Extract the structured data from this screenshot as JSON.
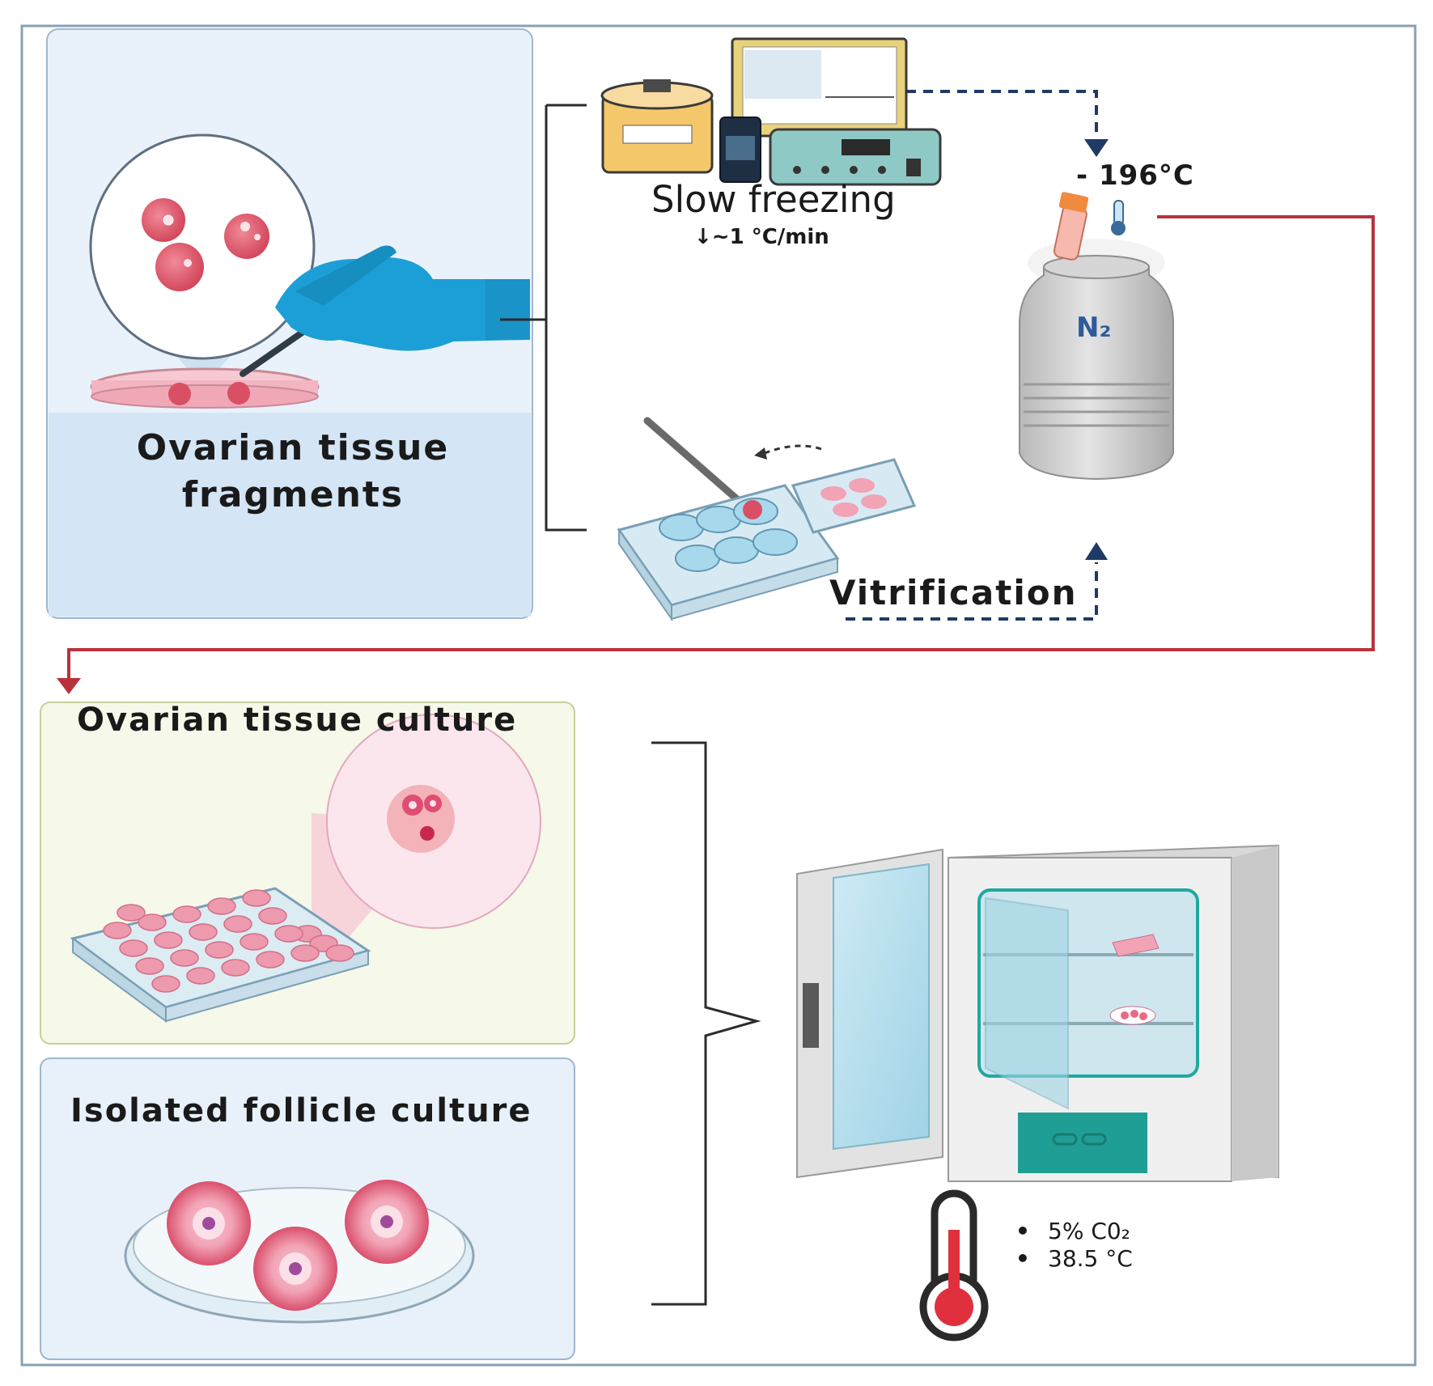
{
  "labels": {
    "ovarian_fragments": "Ovarian tissue fragments",
    "slow_freezing": "Slow freezing",
    "cooling_rate": "↓~1 °C/min",
    "storage_temperature": "- 196°C",
    "vitrification": "Vitrification",
    "nitrogen": "N₂",
    "tissue_culture": "Ovarian tissue culture",
    "follicle_culture": "Isolated follicle culture"
  },
  "incubation_conditions": [
    "5% C0₂",
    "38.5  °C"
  ],
  "colors": {
    "panel_blue": "#dbe9f7",
    "panel_yellow": "#f5f7e6",
    "arrow_red": "#b8323c",
    "arrow_blue": "#1f3a64",
    "tissue_pink": "#e06a78",
    "glove_blue": "#1c9fd6",
    "incubator_teal": "#1f9e96"
  }
}
